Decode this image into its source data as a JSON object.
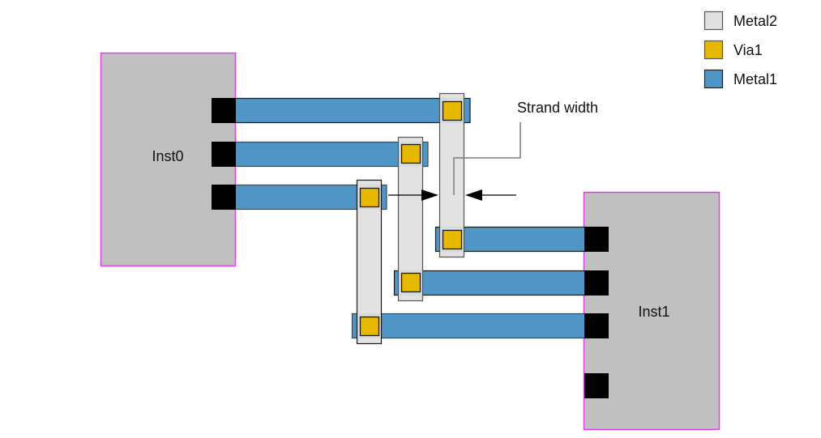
{
  "diagram": {
    "title": "Multi-strand routing",
    "annotation": {
      "text": "Strand width"
    },
    "colors": {
      "metal1": "#4f95c6",
      "metal2": "#e0e0e0",
      "via1": "#e6b800",
      "instance_fill": "#c0c0c0",
      "instance_border": "#e040e8",
      "pin": "#000000"
    },
    "legend": [
      {
        "id": "metal2",
        "label": "Metal2",
        "color": "#e0e0e0"
      },
      {
        "id": "via1",
        "label": "Via1",
        "color": "#e6b800"
      },
      {
        "id": "metal1",
        "label": "Metal1",
        "color": "#4f95c6"
      }
    ],
    "instances": [
      {
        "id": "inst0",
        "label": "Inst0",
        "pins": 3
      },
      {
        "id": "inst1",
        "label": "Inst1",
        "pins": 4
      }
    ],
    "nets": [
      {
        "id": "net-1",
        "from": "Inst0 pin 1",
        "to": "Inst1 pin 1"
      },
      {
        "id": "net-2",
        "from": "Inst0 pin 2",
        "to": "Inst1 pin 2"
      },
      {
        "id": "net-3",
        "from": "Inst0 pin 3",
        "to": "Inst1 pin 3"
      }
    ]
  }
}
